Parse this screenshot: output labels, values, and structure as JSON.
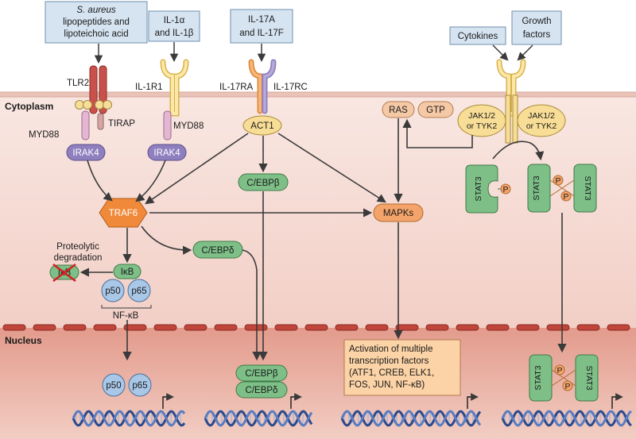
{
  "compartments": {
    "cytoplasm": "Cytoplasm",
    "nucleus": "Nucleus"
  },
  "ligands": {
    "saureus_italic": "S. aureus",
    "saureus_line2": "lipopeptides and",
    "saureus_line3": "lipoteichoic acid",
    "il1_line1": "IL-1α",
    "il1_line2": "and IL-1β",
    "il17_line1": "IL-17A",
    "il17_line2": "and IL-17F",
    "cytokines": "Cytokines",
    "growth_line1": "Growth",
    "growth_line2": "factors"
  },
  "receptors": {
    "tlr2": "TLR2",
    "tirap": "TIRAP",
    "myd88_left": "MYD88",
    "il1r1": "IL-1R1",
    "myd88_right": "MYD88",
    "il17ra": "IL-17RA",
    "il17rc": "IL-17RC"
  },
  "nodes": {
    "irak4_left": "IRAK4",
    "irak4_right": "IRAK4",
    "act1": "ACT1",
    "traf6": "TRAF6",
    "cebpb": "C/EBPβ",
    "cebpd": "C/EBPδ",
    "mapks": "MAPKs",
    "ras": "RAS",
    "gtp": "GTP",
    "jak_left_1": "JAK1/2",
    "jak_left_2": "or TYK2",
    "jak_right_1": "JAK1/2",
    "jak_right_2": "or TYK2",
    "stat3": "STAT3",
    "p": "P",
    "proteolytic_1": "Proteolytic",
    "proteolytic_2": "degradation",
    "ikb": "IκB",
    "ikb_degraded": "IκB",
    "p50": "p50",
    "p65": "p65",
    "nfkb": "NF-κB"
  },
  "nucleus": {
    "p50": "p50",
    "p65": "p65",
    "cebpb": "C/EBPβ",
    "cebpd": "C/EBPδ",
    "tf_line1": "Activation of multiple",
    "tf_line2": "transcription factors",
    "tf_line3": "(ATF1, CREB, ELK1,",
    "tf_line4": "FOS, JUN, NF-κB)",
    "stat3": "STAT3",
    "p": "P"
  },
  "colors": {
    "cytoplasm": "#f7e1dc",
    "nucleus": "#e7a597",
    "ligand_box": "#d6e4f1",
    "green": "#7dbf87",
    "purple": "#8e7fbf",
    "orange": "#f4a46a",
    "yellow": "#f8dd96",
    "blue": "#a9c8e8"
  }
}
